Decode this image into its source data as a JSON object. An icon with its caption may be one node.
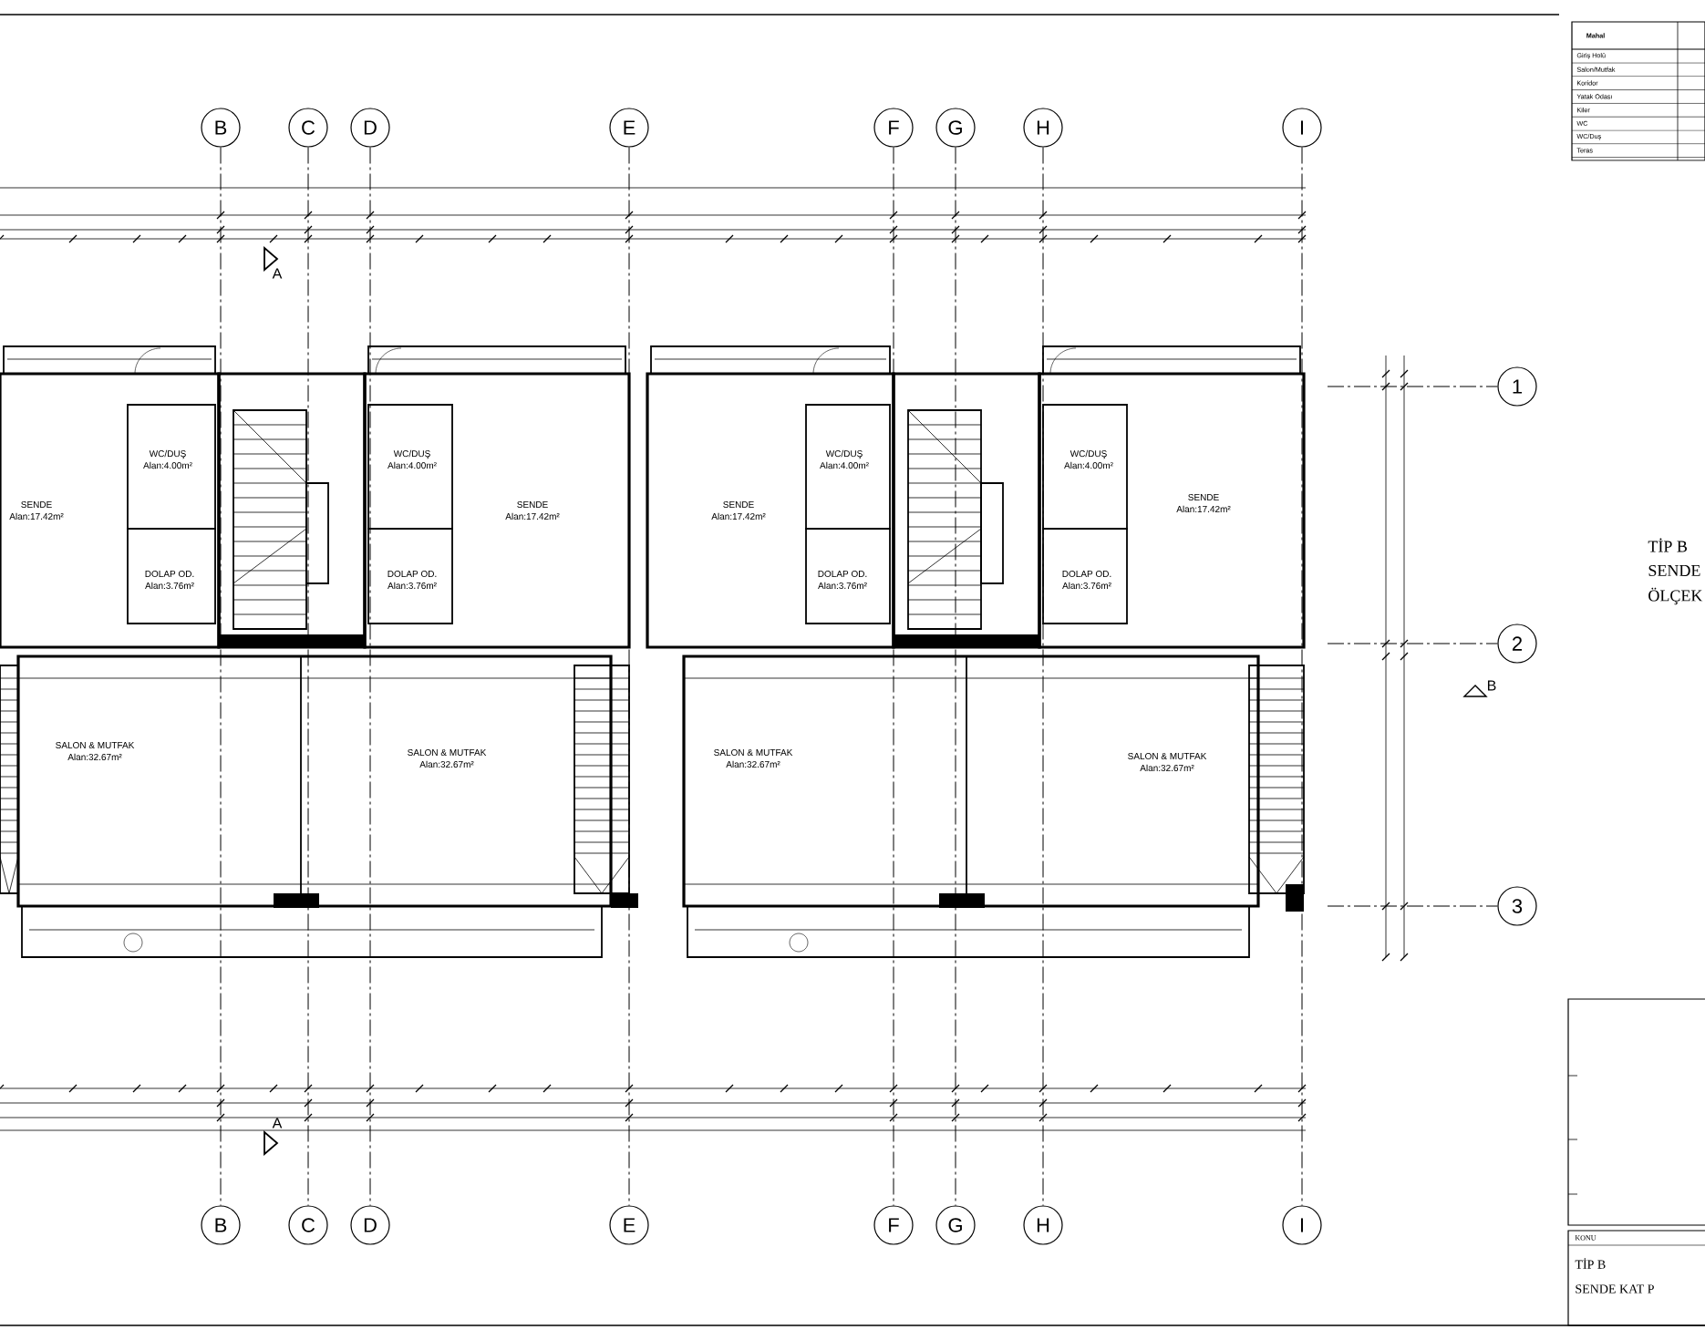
{
  "diagram": {
    "nodes": [
      {
        "text": [
          "B"
        ]
      },
      {
        "text": [
          "C"
        ]
      },
      {
        "text": [
          "D"
        ]
      },
      {
        "text": [
          "E"
        ]
      },
      {
        "text": [
          "F"
        ]
      },
      {
        "text": [
          "G"
        ]
      },
      {
        "text": [
          "H"
        ]
      },
      {
        "text": [
          "I"
        ]
      },
      {
        "text": [
          "SENDE",
          "Alan:17.42m²"
        ]
      },
      {
        "text": [
          "WC/DUŞ",
          "Alan:4.00m²"
        ]
      },
      {
        "text": [
          "DOLAP OD.",
          "Alan:3.76m²"
        ]
      },
      {
        "text": [
          "WC/DUŞ",
          "Alan:4.00m²"
        ]
      },
      {
        "text": [
          "DOLAP OD.",
          "Alan:3.76m²"
        ]
      },
      {
        "text": [
          "SENDE",
          "Alan:17.42m²"
        ]
      },
      {
        "text": [
          "SENDE",
          "Alan:17.42m²"
        ]
      },
      {
        "text": [
          "WC/DUŞ",
          "Alan:4.00m²"
        ]
      },
      {
        "text": [
          "DOLAP OD.",
          "Alan:3.76m²"
        ]
      },
      {
        "text": [
          "WC/DUŞ",
          "Alan:4.00m²"
        ]
      },
      {
        "text": [
          "DOLAP OD.",
          "Alan:3.76m²"
        ]
      },
      {
        "text": [
          "SENDE",
          "Alan:17.42m²"
        ]
      },
      {
        "text": [
          "SALON & MUTFAK",
          "Alan:32.67m²"
        ]
      },
      {
        "text": [
          "SALON & MUTFAK",
          "Alan:32.67m²"
        ]
      },
      {
        "text": [
          "SALON & MUTFAK",
          "Alan:32.67m²"
        ]
      },
      {
        "text": [
          "SALON & MUTFAK",
          "Alan:32.67m²"
        ]
      },
      {
        "text": [
          "1"
        ]
      },
      {
        "text": [
          "2"
        ]
      },
      {
        "text": [
          "3"
        ]
      },
      {
        "text": [
          "B"
        ]
      },
      {
        "text": [
          "C"
        ]
      },
      {
        "text": [
          "D"
        ]
      },
      {
        "text": [
          "E"
        ]
      },
      {
        "text": [
          "F"
        ]
      },
      {
        "text": [
          "G"
        ]
      },
      {
        "text": [
          "H"
        ]
      },
      {
        "text": [
          "I"
        ]
      }
    ],
    "edges": [
      {
        "from": 0,
        "to": 27,
        "arrow": "none"
      },
      {
        "from": 1,
        "to": 28,
        "arrow": "none"
      },
      {
        "from": 2,
        "to": 29,
        "arrow": "none"
      },
      {
        "from": 3,
        "to": 30,
        "arrow": "none"
      },
      {
        "from": 4,
        "to": 31,
        "arrow": "none"
      },
      {
        "from": 5,
        "to": 32,
        "arrow": "none"
      },
      {
        "from": 6,
        "to": 33,
        "arrow": "none"
      },
      {
        "from": 7,
        "to": 34,
        "arrow": "none"
      },
      {
        "from": null,
        "to": 24,
        "arrow": "none"
      },
      {
        "from": null,
        "to": 25,
        "arrow": "none"
      },
      {
        "from": null,
        "to": 26,
        "arrow": "none"
      }
    ],
    "labels": [
      "Mahal",
      "Giriş Holü",
      "Salon/Mutfak",
      "Koridor",
      "Yatak Odası",
      "Kiler",
      "WC",
      "WC/Duş",
      "Teras",
      "A",
      "TİP B",
      "SENDE",
      "ÖLÇEK",
      "B",
      "A",
      "KONU",
      "TİP B",
      "SENDE KAT P"
    ]
  }
}
